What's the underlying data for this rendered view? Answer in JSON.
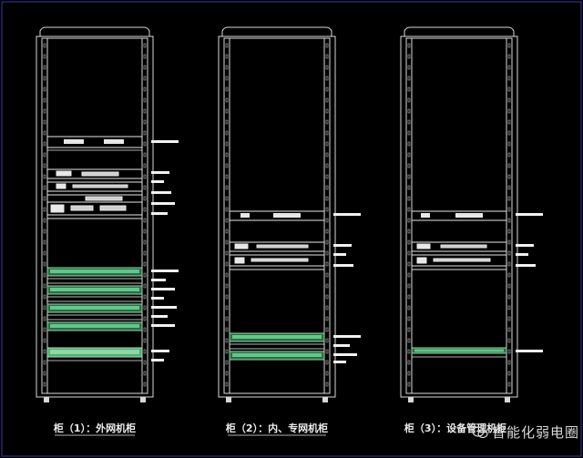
{
  "colors": {
    "background": "#000000",
    "frame": "#d7d7d7",
    "equipment": "#e8e8e8",
    "patch_panel": "#5fc88a",
    "patch_panel_light": "#8fd6a8",
    "callout": "#f2f2f2",
    "caption": "#ececec",
    "border": "#3a3aa0"
  },
  "racks": [
    {
      "caption": "柜（1）：外网机柜",
      "units": [
        {
          "type": "switch",
          "callouts": 1
        },
        {
          "type": "server",
          "callouts": 5
        },
        {
          "type": "patch",
          "callouts": 7
        },
        {
          "type": "patch-green",
          "callouts": 2
        }
      ]
    },
    {
      "caption": "柜（2）：内、专网机柜",
      "units": [
        {
          "type": "switch",
          "callouts": 1
        },
        {
          "type": "server",
          "callouts": 3
        },
        {
          "type": "patch",
          "callouts": 4
        }
      ]
    },
    {
      "caption": "柜（3）：设备管理机柜",
      "units": [
        {
          "type": "switch",
          "callouts": 1
        },
        {
          "type": "server",
          "callouts": 3
        },
        {
          "type": "patch-thin",
          "callouts": 1
        }
      ]
    }
  ],
  "watermark": {
    "text": "智能化弱电圈",
    "icon": "wechat-logo-icon"
  }
}
